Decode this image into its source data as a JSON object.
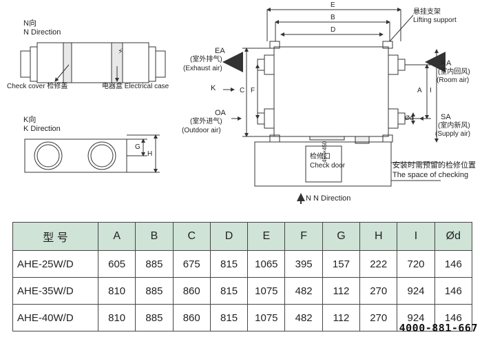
{
  "n_view": {
    "title_cn": "N向",
    "title_en": "N Direction",
    "check_cover": "Check cover 检修盖",
    "electrical_case": "电器盒 Electrical case"
  },
  "k_view": {
    "title_cn": "K向",
    "title_en": "K Direction",
    "dim_g": "G",
    "dim_h": "H"
  },
  "plan": {
    "dim_e": "E",
    "dim_b": "B",
    "dim_d": "D",
    "dim_c": "C",
    "dim_f": "F",
    "dim_a": "A",
    "dim_i": "I",
    "dim_od": "Ød",
    "lifting_cn": "悬挂支架",
    "lifting_en": "Lifting support",
    "ea": "EA",
    "ea_cn": "(室外排气)",
    "ea_en": "(Exhaust air)",
    "oa": "OA",
    "oa_cn": "(室外进气)",
    "oa_en": "(Outdoor air)",
    "ra": "RA",
    "ra_cn": "(室内回风)",
    "ra_en": "(Room air)",
    "sa": "SA",
    "sa_cn": "(室内新风)",
    "sa_en": "(Supply air)",
    "k_arrow": "K",
    "check_door_cn": "检修口",
    "check_door_en": "Check door",
    "door_size": "450×450",
    "space_cn": "安装时需预留的检修位置",
    "space_en": "The space of checking",
    "n_arrow": "N  N Direction"
  },
  "table": {
    "headers": [
      "型 号",
      "A",
      "B",
      "C",
      "D",
      "E",
      "F",
      "G",
      "H",
      "I",
      "Ød"
    ],
    "rows": [
      [
        "AHE-25W/D",
        "605",
        "885",
        "675",
        "815",
        "1065",
        "395",
        "157",
        "222",
        "720",
        "146"
      ],
      [
        "AHE-35W/D",
        "810",
        "885",
        "860",
        "815",
        "1075",
        "482",
        "112",
        "270",
        "924",
        "146"
      ],
      [
        "AHE-40W/D",
        "810",
        "885",
        "860",
        "815",
        "1075",
        "482",
        "112",
        "270",
        "924",
        "146"
      ]
    ]
  },
  "hotline": "4000-881-667",
  "colors": {
    "header_bg": "#cfe3d7",
    "line": "#333333"
  }
}
